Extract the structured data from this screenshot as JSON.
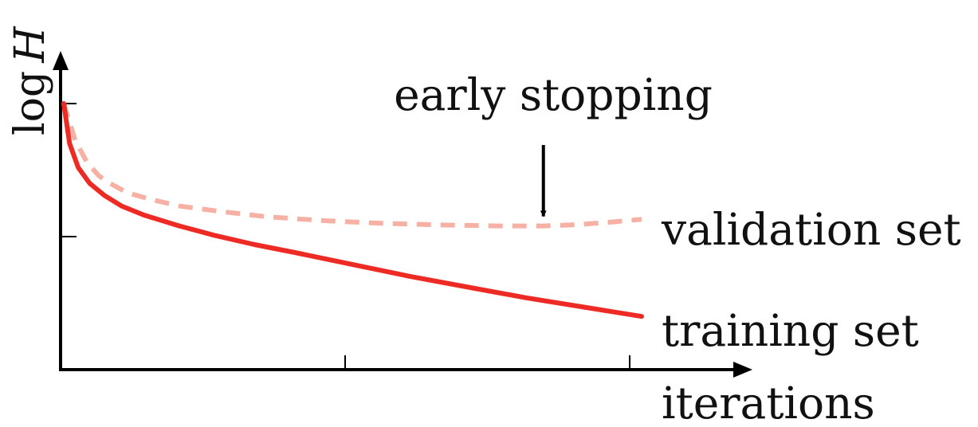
{
  "chart_data": {
    "type": "line",
    "title": "",
    "xlabel": "iterations",
    "ylabel_text": "log",
    "ylabel_symbol": "H",
    "x_ticks": 2,
    "y_ticks": 2,
    "annotation": {
      "text": "early stopping",
      "at_series": "validation set",
      "x": 0.83
    },
    "series": [
      {
        "name": "validation set",
        "style": "dashed",
        "color": "#f7b1a4",
        "x": [
          0,
          0.01,
          0.02,
          0.04,
          0.06,
          0.08,
          0.11,
          0.15,
          0.2,
          0.27,
          0.35,
          0.45,
          0.55,
          0.65,
          0.75,
          0.83,
          0.89,
          0.95,
          1.0
        ],
        "y": [
          1.0,
          0.93,
          0.86,
          0.78,
          0.73,
          0.7,
          0.665,
          0.64,
          0.615,
          0.595,
          0.575,
          0.56,
          0.55,
          0.544,
          0.54,
          0.54,
          0.545,
          0.555,
          0.565
        ]
      },
      {
        "name": "training set",
        "style": "solid",
        "color": "#ee2a24",
        "x": [
          0,
          0.01,
          0.025,
          0.045,
          0.07,
          0.1,
          0.14,
          0.2,
          0.26,
          0.33,
          0.4,
          0.5,
          0.6,
          0.7,
          0.8,
          0.9,
          1.0
        ],
        "y": [
          1.0,
          0.85,
          0.76,
          0.7,
          0.655,
          0.615,
          0.58,
          0.54,
          0.505,
          0.47,
          0.44,
          0.395,
          0.35,
          0.31,
          0.27,
          0.235,
          0.2
        ]
      }
    ]
  },
  "colors": {
    "axis": "#000000",
    "text": "#111111"
  }
}
